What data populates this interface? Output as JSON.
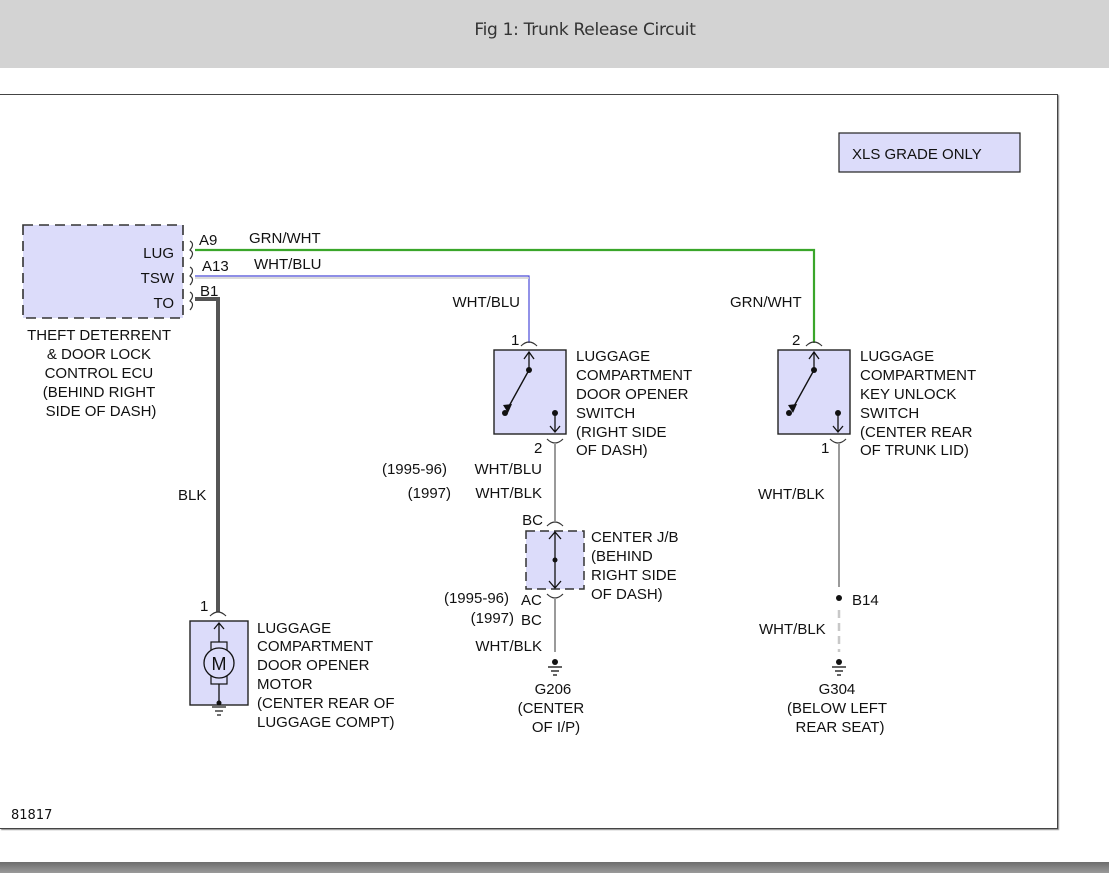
{
  "header": {
    "title": "Fig 1: Trunk Release Circuit"
  },
  "figure_id": "81817",
  "note_box": {
    "text": "XLS GRADE ONLY"
  },
  "colors": {
    "component_fill": "#dcdcfa",
    "wire_grn_wht": "#3aa62a",
    "wire_wht_blu": "#4a4ad8",
    "wire_blk": "#555555",
    "wire_wht_blk": "#9a9a9a"
  },
  "ecu": {
    "name_lines": [
      "THEFT DETERRENT",
      "& DOOR LOCK",
      "CONTROL ECU",
      "(BEHIND RIGHT",
      "SIDE OF DASH)"
    ],
    "terminals": [
      {
        "label": "LUG",
        "pin": "A9",
        "wire": "GRN/WHT"
      },
      {
        "label": "TSW",
        "pin": "A13",
        "wire": "WHT/BLU"
      },
      {
        "label": "TO",
        "pin": "B1",
        "wire": "BLK"
      }
    ]
  },
  "door_switch": {
    "name_lines": [
      "LUGGAGE",
      "COMPARTMENT",
      "DOOR OPENER",
      "SWITCH",
      "(RIGHT SIDE",
      "OF DASH)"
    ],
    "pin_top": "1",
    "pin_bottom": "2",
    "wire_in": "WHT/BLU",
    "wire_out_variants": [
      {
        "years": "(1995-96)",
        "wire": "WHT/BLU"
      },
      {
        "years": "(1997)",
        "wire": "WHT/BLK"
      }
    ]
  },
  "junction_block": {
    "name_lines": [
      "CENTER J/B",
      "(BEHIND",
      "RIGHT SIDE",
      "OF DASH)"
    ],
    "pin_top": "BC",
    "pin_bottom_variants": [
      {
        "years": "(1995-96)",
        "pin": "AC"
      },
      {
        "years": "(1997)",
        "pin": "BC"
      }
    ],
    "wire_out": "WHT/BLK"
  },
  "ground_g206": {
    "lines": [
      "G206",
      "(CENTER",
      "OF I/P)"
    ]
  },
  "key_switch": {
    "name_lines": [
      "LUGGAGE",
      "COMPARTMENT",
      "KEY UNLOCK",
      "SWITCH",
      "(CENTER REAR",
      "OF TRUNK LID)"
    ],
    "pin_top": "2",
    "pin_bottom": "1",
    "wire_in": "GRN/WHT",
    "wire_out": "WHT/BLK",
    "splice": "B14",
    "wire_after_splice": "WHT/BLK"
  },
  "ground_g304": {
    "lines": [
      "G304",
      "(BELOW LEFT",
      "REAR SEAT)"
    ]
  },
  "motor": {
    "name_lines": [
      "LUGGAGE",
      "COMPARTMENT",
      "DOOR OPENER",
      "MOTOR",
      "(CENTER REAR OF",
      "LUGGAGE COMPT)"
    ],
    "pin": "1",
    "symbol": "M",
    "wire_in": "BLK"
  }
}
